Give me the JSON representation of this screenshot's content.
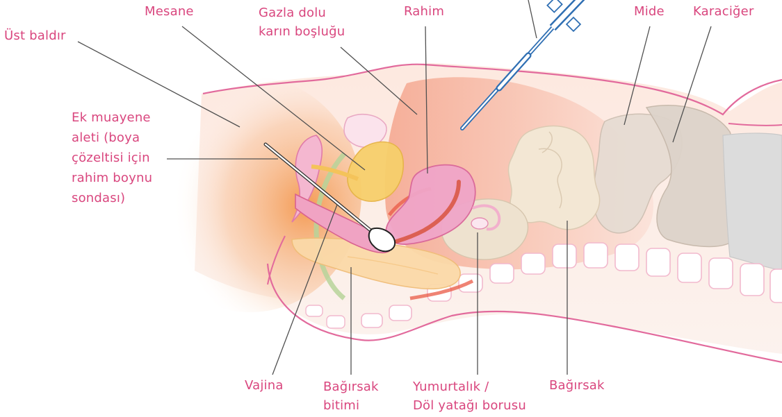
{
  "labels": {
    "ust_baldir": "Üst baldır",
    "mesane": "Mesane",
    "gazla_dolu": [
      "Gazla dolu",
      "karın boşluğu"
    ],
    "rahim": "Rahim",
    "mide": "Mide",
    "karaciger": "Karaciğer",
    "ek_muayene": [
      "Ek muayene",
      "aleti (boya",
      "çözeltisi için",
      "rahim boynu",
      "sondası)"
    ],
    "vajina": "Vajina",
    "bagirsak_bitimi": [
      "Bağırsak",
      "bitimi"
    ],
    "yumurtalik": [
      "Yumurtalık /",
      "Döl yatağı borusu"
    ],
    "bagirsak": "Bağırsak"
  },
  "colors": {
    "label_pink": "#d9467e",
    "leader_line": "#505050",
    "outline_pink": "#e26a9c",
    "laparoscope_blue": "#2f6fb3"
  }
}
